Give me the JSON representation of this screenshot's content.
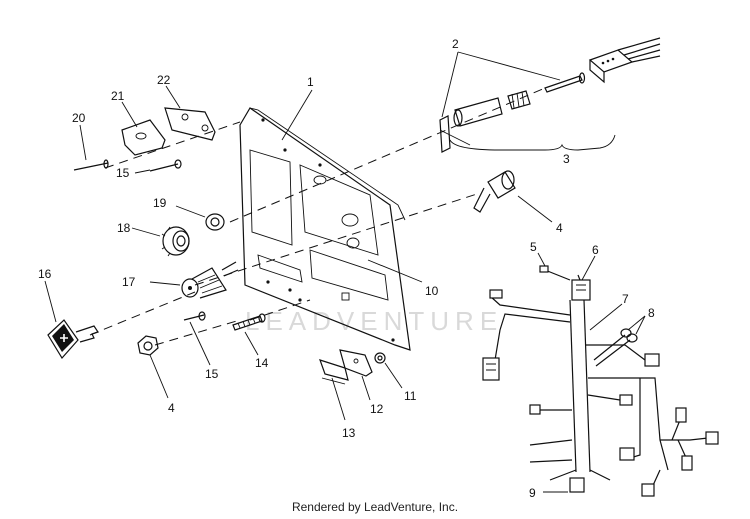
{
  "diagram": {
    "callouts": {
      "c1": "1",
      "c2": "2",
      "c3": "3",
      "c4a": "4",
      "c4b": "4",
      "c5": "5",
      "c6": "6",
      "c7": "7",
      "c8": "8",
      "c9": "9",
      "c10": "10",
      "c11": "11",
      "c12": "12",
      "c13": "13",
      "c14": "14",
      "c15a": "15",
      "c15b": "15",
      "c16": "16",
      "c17": "17",
      "c18": "18",
      "c19": "19",
      "c20": "20",
      "c21": "21",
      "c22": "22"
    },
    "watermark": "LEADVENTURE"
  },
  "footer": {
    "credit": "Rendered by LeadVenture, Inc."
  }
}
